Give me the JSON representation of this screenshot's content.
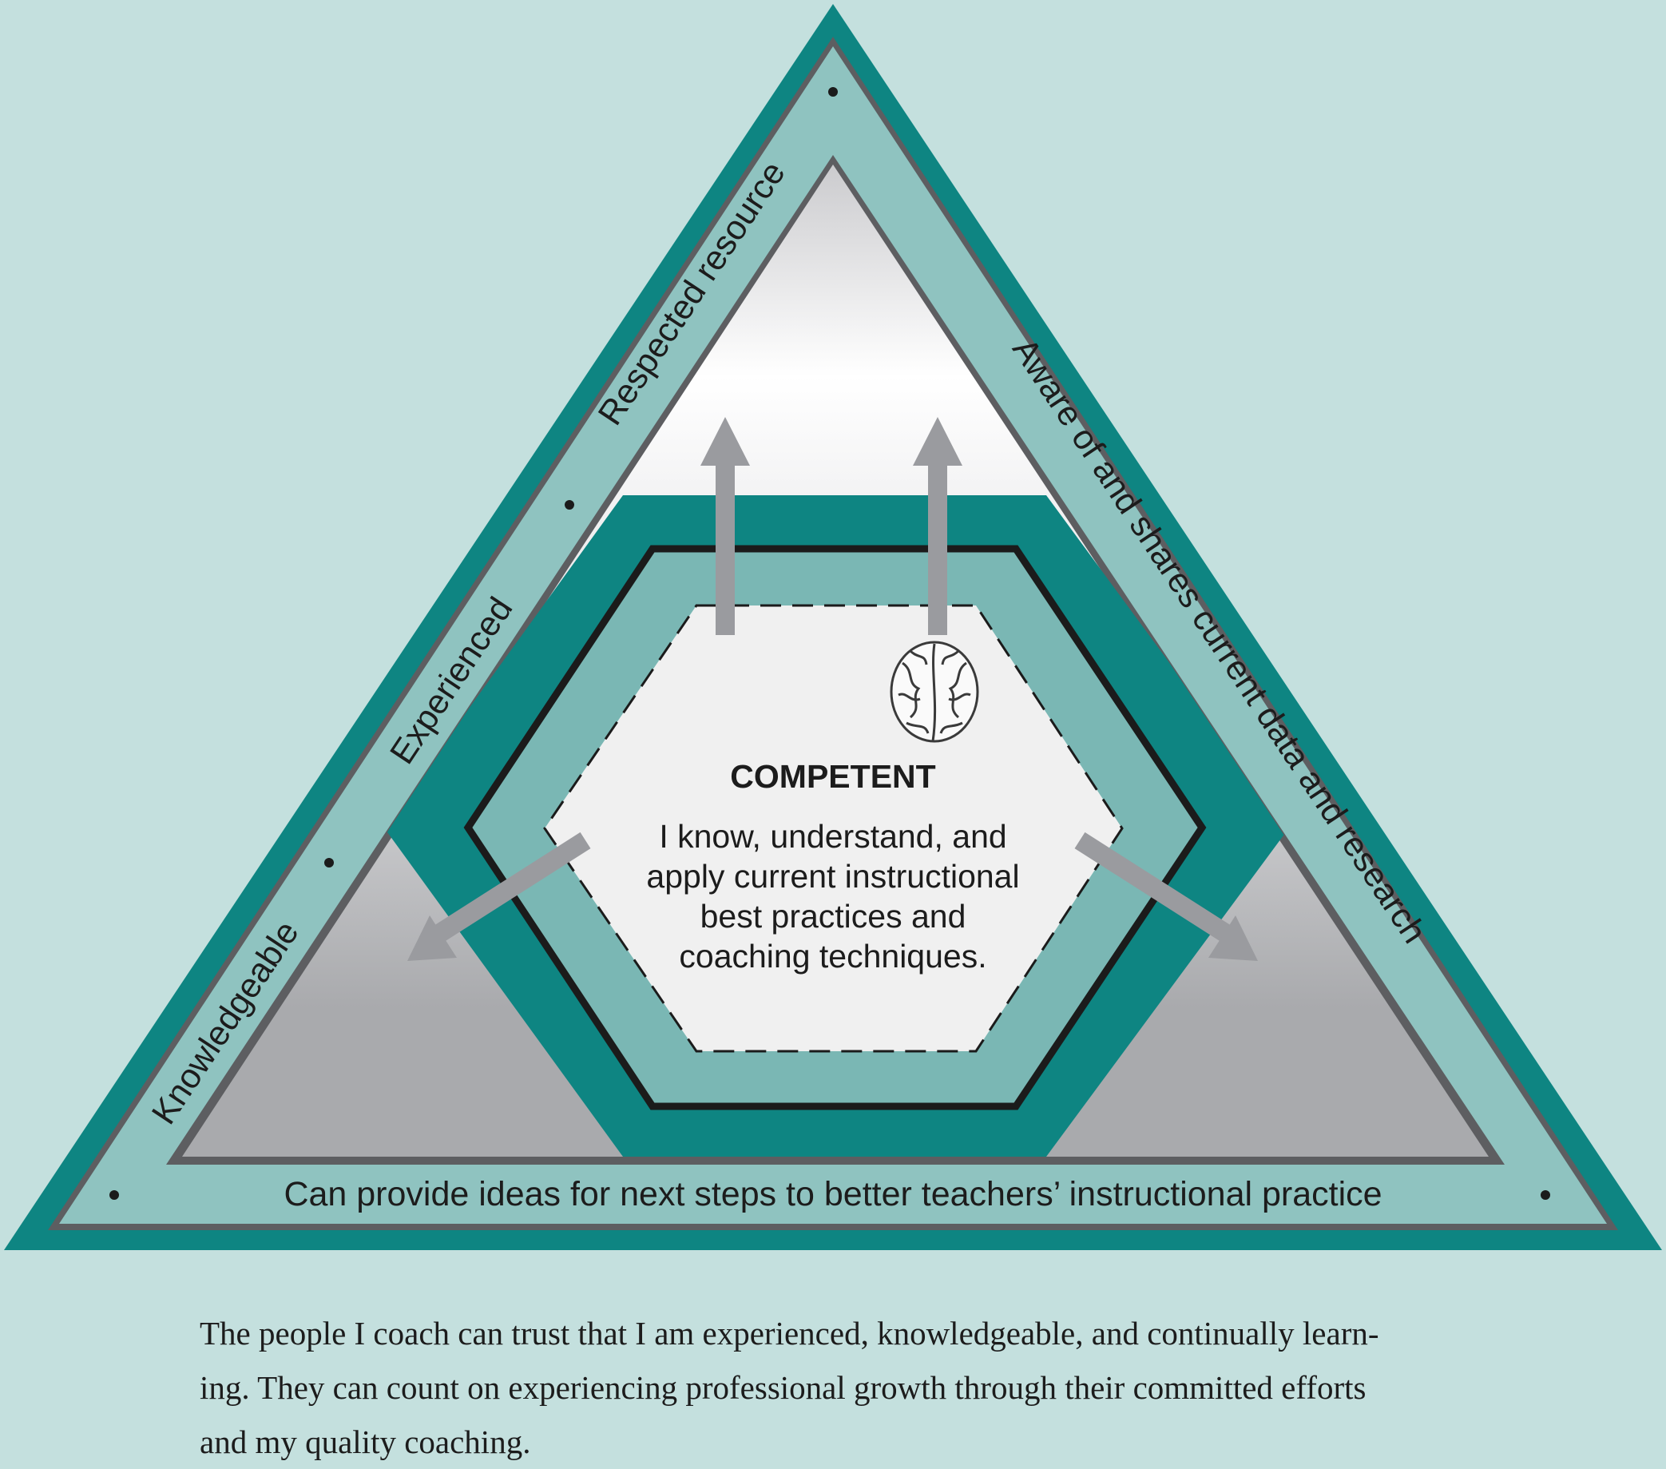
{
  "diagram": {
    "center": {
      "heading": "COMPETENT",
      "lines": [
        "I know, understand, and",
        "apply current instructional",
        "best practices and",
        "coaching techniques."
      ]
    },
    "labels": {
      "left_upper": "Respected resource",
      "left_middle": "Experienced",
      "left_lower": "Knowledgeable",
      "right": "Aware of and shares current data and research",
      "bottom": "Can provide ideas for next steps to better teachers’ instructional practice"
    },
    "icons": [
      "brain-icon",
      "arrow-up-icon",
      "arrow-down-left-icon",
      "arrow-down-right-icon",
      "bullet-dot-icon"
    ],
    "colors": {
      "background": "#c4e0de",
      "outer_teal": "#0e8582",
      "band_light": "#8fc3c0",
      "hexagon_teal": "#0e8582",
      "hexagon_ring": "#7ab7b4",
      "hexagon_center": "#f0f0f0",
      "arrows": "#9a9b9f"
    }
  },
  "caption": {
    "lines": [
      "The people I coach can trust that I am experienced, knowledgeable, and continually learn-",
      "ing. They can count on experiencing professional growth through their committed efforts",
      "and my quality coaching."
    ]
  }
}
